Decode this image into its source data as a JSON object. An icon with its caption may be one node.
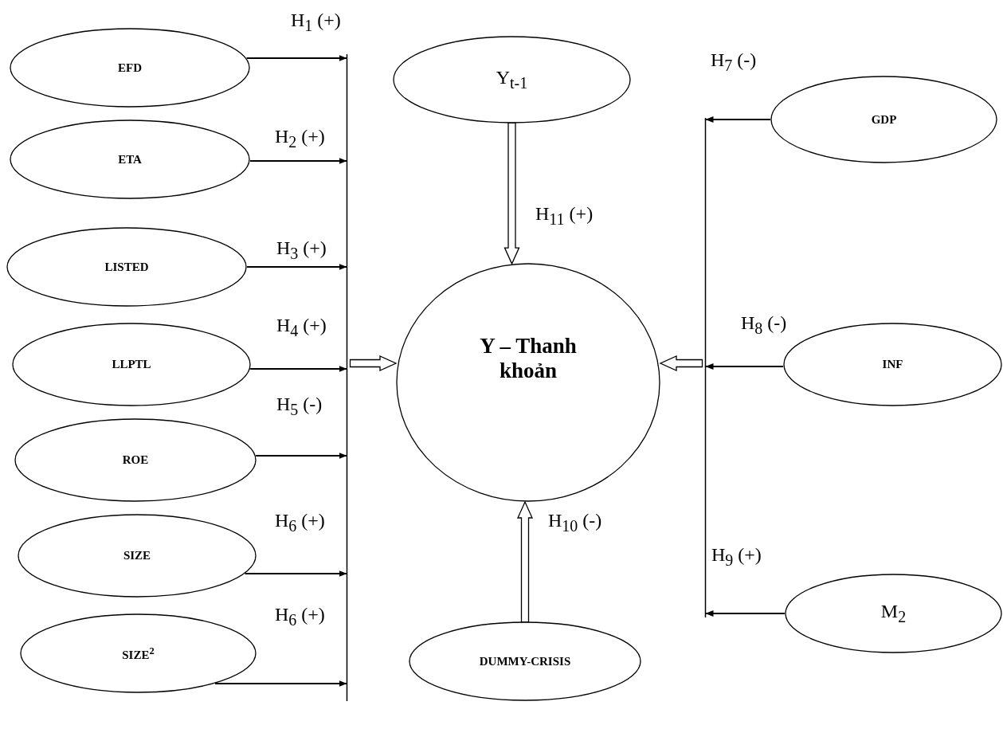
{
  "diagram": {
    "nodes": [
      {
        "text": [
          "EFD"
        ]
      },
      {
        "text": [
          "ETA"
        ]
      },
      {
        "text": [
          "LISTED"
        ]
      },
      {
        "text": [
          "LLPTL"
        ]
      },
      {
        "text": [
          "ROE"
        ]
      },
      {
        "text": [
          "SIZE"
        ]
      },
      {
        "text": [
          "SIZE$^{2}$"
        ]
      },
      {
        "text": [],
        "shape": "bar"
      },
      {
        "text": [
          "Y$_{t-1}$"
        ]
      },
      {
        "text": [
          "Y – Thanh khoản"
        ]
      },
      {
        "text": [
          "DUMMY-CRISIS"
        ]
      },
      {
        "text": [],
        "shape": "bar"
      },
      {
        "text": [
          "GDP"
        ]
      },
      {
        "text": [
          "INF"
        ]
      },
      {
        "text": [
          "M$_{2}$"
        ]
      }
    ],
    "edges": [
      {
        "from": 0,
        "to": 7,
        "arrow": "to",
        "label": "H$_{1}$ (+)"
      },
      {
        "from": 1,
        "to": 7,
        "arrow": "to",
        "label": "H$_{2}$ (+)"
      },
      {
        "from": 2,
        "to": 7,
        "arrow": "to",
        "label": "H$_{3}$ (+)"
      },
      {
        "from": 3,
        "to": 7,
        "arrow": "to",
        "label": "H$_{4}$ (+)"
      },
      {
        "from": 4,
        "to": 7,
        "arrow": "to",
        "label": "H$_{5}$ (-)"
      },
      {
        "from": 5,
        "to": 7,
        "arrow": "to",
        "label": "H$_{6}$ (+)"
      },
      {
        "from": 6,
        "to": 7,
        "arrow": "to",
        "label": "H$_{6}$ (+)"
      },
      {
        "from": 12,
        "to": 11,
        "arrow": "to",
        "label": "H$_{7}$ (-)"
      },
      {
        "from": 13,
        "to": 11,
        "arrow": "to",
        "label": "H$_{8}$ (-)"
      },
      {
        "from": 14,
        "to": 11,
        "arrow": "to",
        "label": "H$_{9}$ (+)"
      },
      {
        "from": 7,
        "to": 9,
        "arrow": "to",
        "style": "thick"
      },
      {
        "from": 11,
        "to": 9,
        "arrow": "to",
        "style": "thick"
      },
      {
        "from": 8,
        "to": 9,
        "arrow": "to",
        "style": "thick",
        "label": "H$_{11}$ (+)"
      },
      {
        "from": 10,
        "to": 9,
        "arrow": "to",
        "style": "thick",
        "label": "H$_{10}$ (-)"
      }
    ]
  }
}
